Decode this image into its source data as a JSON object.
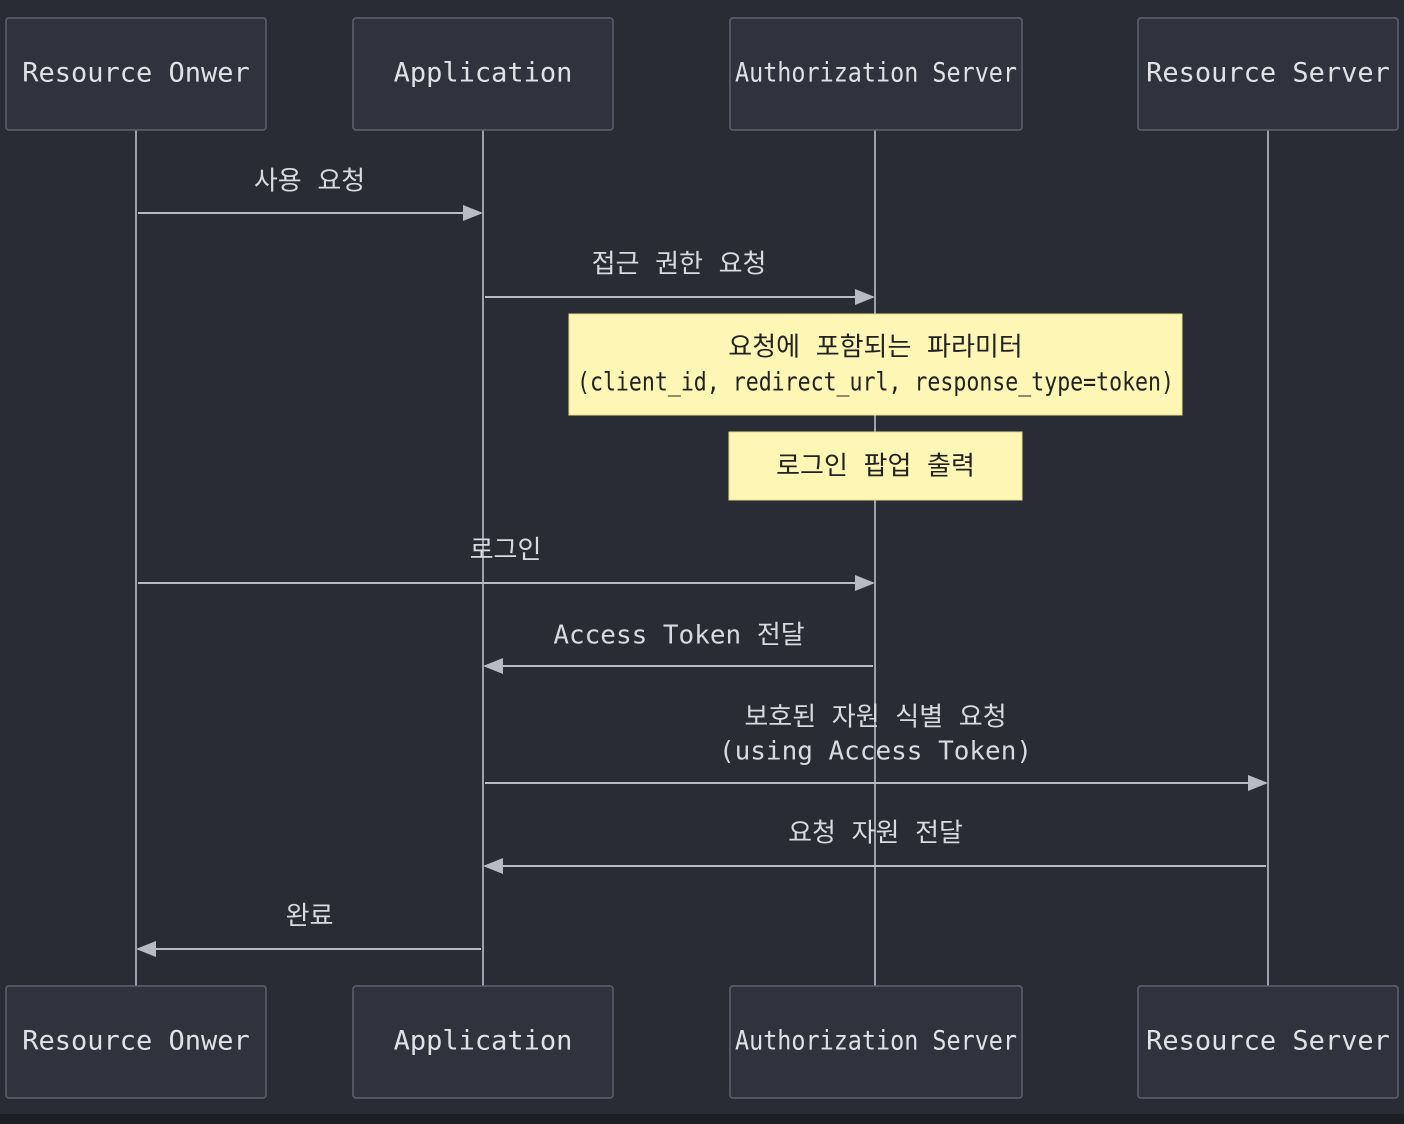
{
  "participants": [
    {
      "id": "owner",
      "label": "Resource Onwer"
    },
    {
      "id": "app",
      "label": "Application"
    },
    {
      "id": "auth",
      "label": "Authorization Server"
    },
    {
      "id": "res",
      "label": "Resource Server"
    }
  ],
  "messages": [
    {
      "from": "owner",
      "to": "app",
      "lines": [
        "사용 요청"
      ]
    },
    {
      "from": "app",
      "to": "auth",
      "lines": [
        "접근 권한 요청"
      ]
    },
    {
      "from": "owner",
      "to": "auth",
      "lines": [
        "로그인"
      ]
    },
    {
      "from": "auth",
      "to": "app",
      "lines": [
        "Access Token 전달"
      ]
    },
    {
      "from": "app",
      "to": "res",
      "lines": [
        "보호된 자원 식별 요청",
        "(using Access Token)"
      ]
    },
    {
      "from": "res",
      "to": "app",
      "lines": [
        "요청 자원 전달"
      ]
    },
    {
      "from": "app",
      "to": "owner",
      "lines": [
        "완료"
      ]
    }
  ],
  "notes": [
    {
      "over": "auth",
      "lines": [
        "요청에 포함되는 파라미터",
        "(client_id, redirect_url, response_type=token)"
      ]
    },
    {
      "over": "auth",
      "lines": [
        "로그인 팝업 출력"
      ]
    }
  ],
  "colors": {
    "background": "#2a2c35",
    "actor_fill": "#30333d",
    "actor_stroke": "#5d6270",
    "lifeline": "#9ea1ad",
    "arrow": "#b8bbc6",
    "note_fill": "#fdf6b4"
  }
}
